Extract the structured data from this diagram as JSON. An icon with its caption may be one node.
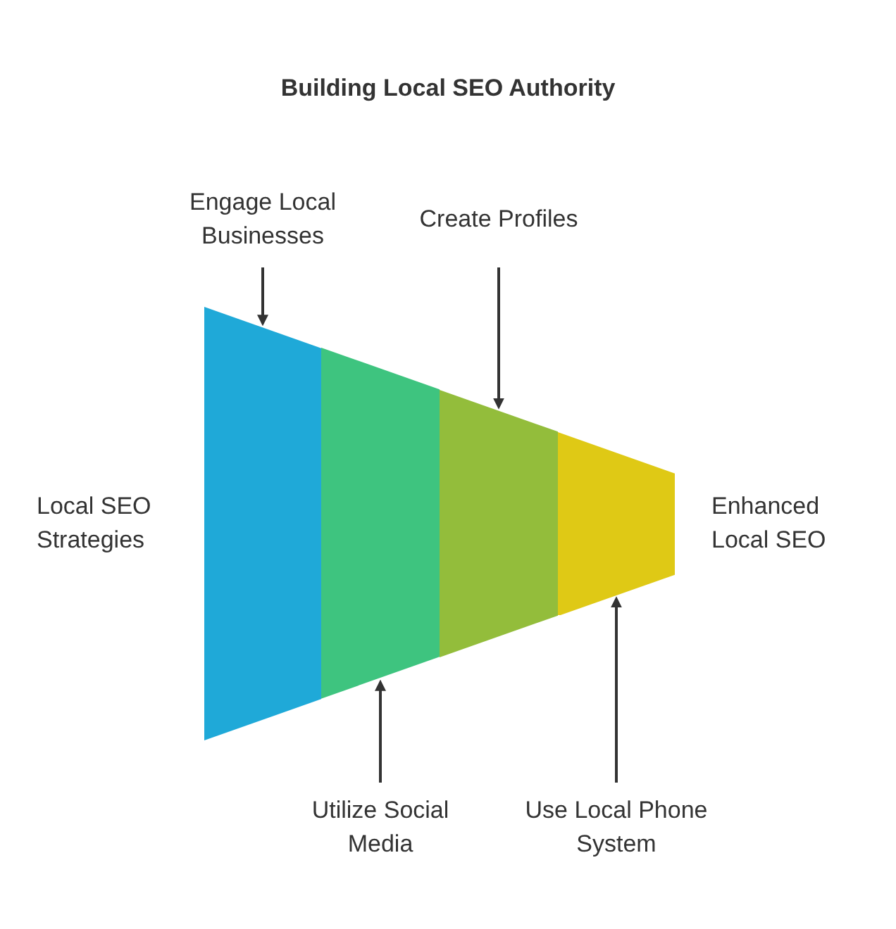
{
  "diagram": {
    "title": "Building Local SEO Authority",
    "nodes": [
      {
        "text": [],
        "shape": "trapezoid"
      },
      {
        "text": [],
        "shape": "trapezoid"
      },
      {
        "text": [],
        "shape": "trapezoid"
      },
      {
        "text": [],
        "shape": "trapezoid"
      },
      {
        "text": [
          "Engage Local Businesses"
        ]
      },
      {
        "text": [
          "Create Profiles"
        ]
      },
      {
        "text": [
          "Utilize Social Media"
        ]
      },
      {
        "text": [
          "Use Local Phone System"
        ]
      }
    ],
    "edges": [
      {
        "from": 4,
        "to": 0,
        "arrow": "to"
      },
      {
        "from": 5,
        "to": 2,
        "arrow": "to"
      },
      {
        "from": 6,
        "to": 1,
        "arrow": "to"
      },
      {
        "from": 7,
        "to": 3,
        "arrow": "to"
      }
    ],
    "labels": [
      "Local SEO Strategies",
      "Enhanced Local SEO"
    ]
  }
}
